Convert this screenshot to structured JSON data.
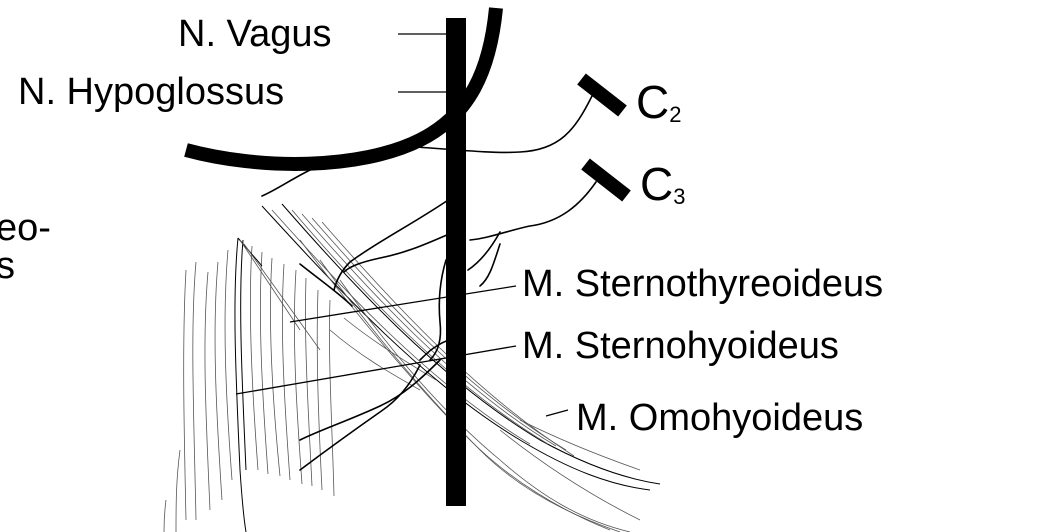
{
  "labels": {
    "vagus": "N. Vagus",
    "hypoglossus": "N. Hypoglossus",
    "c2_letter": "C",
    "c2_sub": "2",
    "c3_letter": "C",
    "c3_sub": "3",
    "sternothyreoideus": "M. Sternothyreoideus",
    "sternohyoideus": "M. Sternohyoideus",
    "omohyoideus": "M. Omohyoideus",
    "cutoff_label_line1": "eo-",
    "cutoff_label_line2": "s"
  },
  "colors": {
    "ink": "#000000",
    "background": "#ffffff"
  }
}
